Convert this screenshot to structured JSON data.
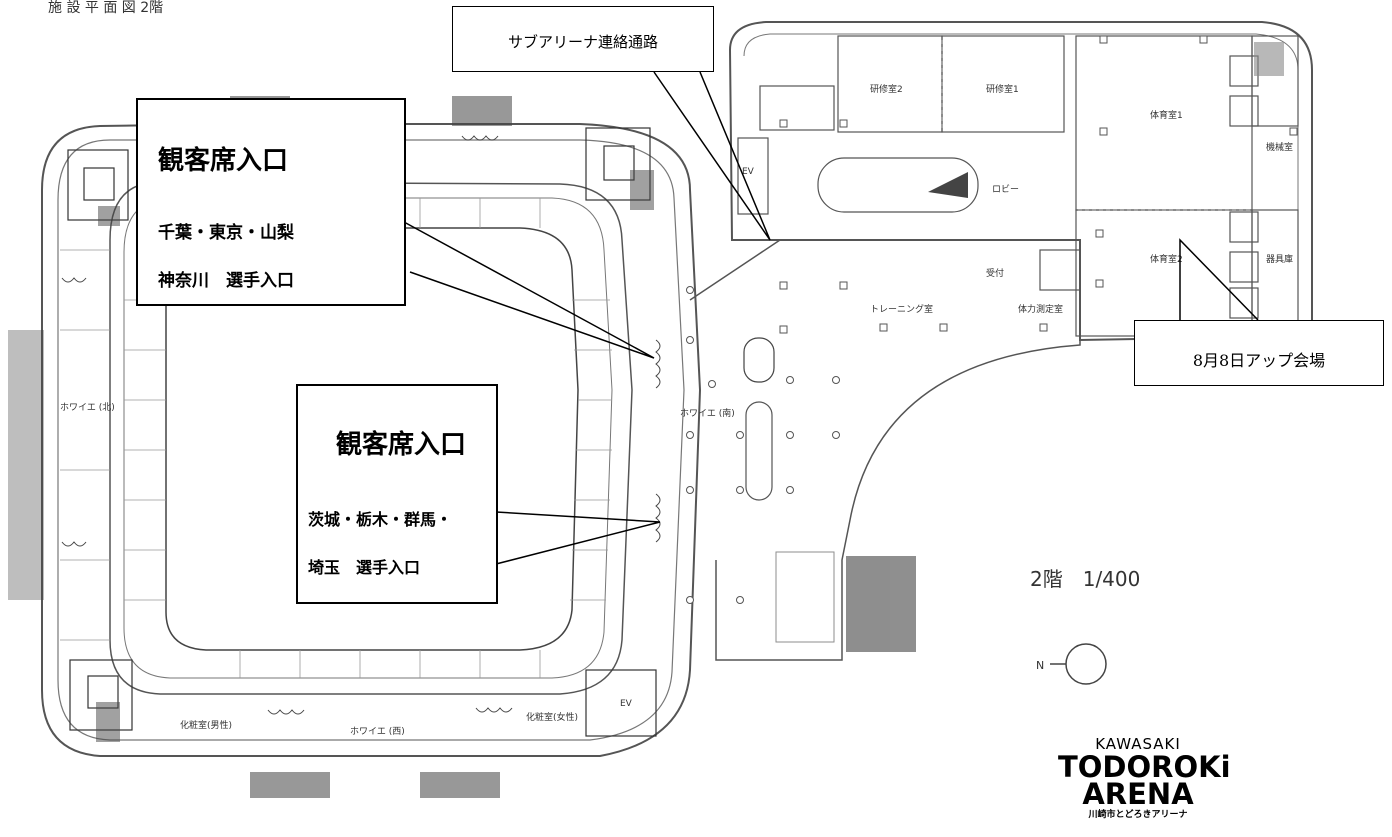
{
  "header_text": "施 設 平 面 図 2階",
  "callouts": {
    "sub_arena": "サブアリーナ連絡通路",
    "north_title": "観客席入口",
    "north_line1": "千葉・東京・山梨",
    "north_line2": "神奈川　選手入口",
    "south_title": "観客席入口",
    "south_line1": "茨城・栃木・群馬・",
    "south_line2": "埼玉　選手入口",
    "warmup": "8月8日アップ会場"
  },
  "plan_labels": {
    "lobby": "ロビー",
    "training": "トレーニング室",
    "foyer_south": "ホワイエ\n(南)",
    "foyer_north": "ホワイエ\n(北)",
    "foyer_west": "ホワイエ\n(西)",
    "training_room_1": "研修室1",
    "training_room_2": "研修室2",
    "gym_1": "体育室1",
    "gym_2": "体育室2",
    "machine_room": "機械室",
    "equipment_room": "器具庫",
    "reception": "受付",
    "fitness_test": "体力測定室",
    "ev": "EV",
    "mens_rest": "化粧室(男性)",
    "womens_rest": "化粧室(女性)"
  },
  "scale_text": "2階　1/400",
  "north_symbol": "N",
  "logo": {
    "line1": "KAWASAKI",
    "line2": "TODOROKi",
    "line3": "ARENA",
    "line4": "川崎市とどろきアリーナ"
  }
}
